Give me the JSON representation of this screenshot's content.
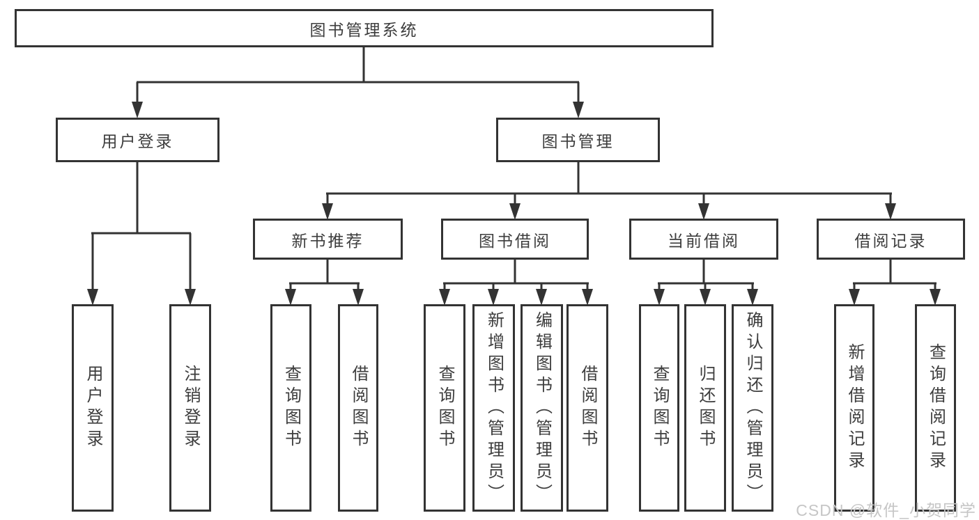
{
  "diagram": {
    "root": {
      "label": "图书管理系统"
    },
    "level1": [
      {
        "label": "用户登录"
      },
      {
        "label": "图书管理"
      }
    ],
    "level2": [
      {
        "label": "新书推荐"
      },
      {
        "label": "图书借阅"
      },
      {
        "label": "当前借阅"
      },
      {
        "label": "借阅记录"
      }
    ],
    "leaves": {
      "user_login": [
        {
          "label": "用户登录"
        },
        {
          "label": "注销登录"
        }
      ],
      "new_books": [
        {
          "label": "查询图书"
        },
        {
          "label": "借阅图书"
        }
      ],
      "book_borrow": [
        {
          "label": "查询图书"
        },
        {
          "label": "新增图书（管理员）"
        },
        {
          "label": "编辑图书（管理员）"
        },
        {
          "label": "借阅图书"
        }
      ],
      "current_borrow": [
        {
          "label": "查询图书"
        },
        {
          "label": "归还图书"
        },
        {
          "label": "确认归还（管理员）"
        }
      ],
      "borrow_records": [
        {
          "label": "新增借阅记录"
        },
        {
          "label": "查询借阅记录"
        }
      ]
    },
    "colors": {
      "border": "#333333",
      "text": "#3d3d3d",
      "background": "#ffffff",
      "watermark": "#c6c6c6"
    },
    "watermark": "CSDN @软件_小贺同学"
  }
}
